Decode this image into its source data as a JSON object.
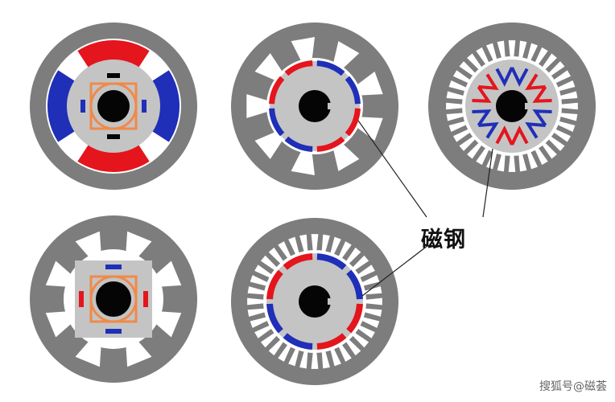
{
  "caption": "磁钢",
  "watermark": "搜狐号@磁荟",
  "colors": {
    "stator": "#7d7d7d",
    "rotor": "#c4c4c4",
    "shaft": "#050505",
    "magnet_north": "#e4151d",
    "magnet_south": "#1f2fb8",
    "winding": "#ef8a4a",
    "background": "#ffffff",
    "leader_line": "#222222"
  },
  "motors": [
    {
      "name": "motor-top-left",
      "rotor_type": "spoke-interior-magnets",
      "stator_type": "surface-magnet-stator"
    },
    {
      "name": "motor-top-middle",
      "rotor_type": "surface-mounted-magnets",
      "stator_type": "slotted-stator"
    },
    {
      "name": "motor-top-right",
      "rotor_type": "v-shape-interior-magnets",
      "stator_type": "many-slot-stator"
    },
    {
      "name": "motor-bottom-left",
      "rotor_type": "spoke-interior-magnets",
      "stator_type": "slotted-stator"
    },
    {
      "name": "motor-bottom-middle",
      "rotor_type": "surface-mounted-magnets",
      "stator_type": "many-slot-stator"
    }
  ]
}
